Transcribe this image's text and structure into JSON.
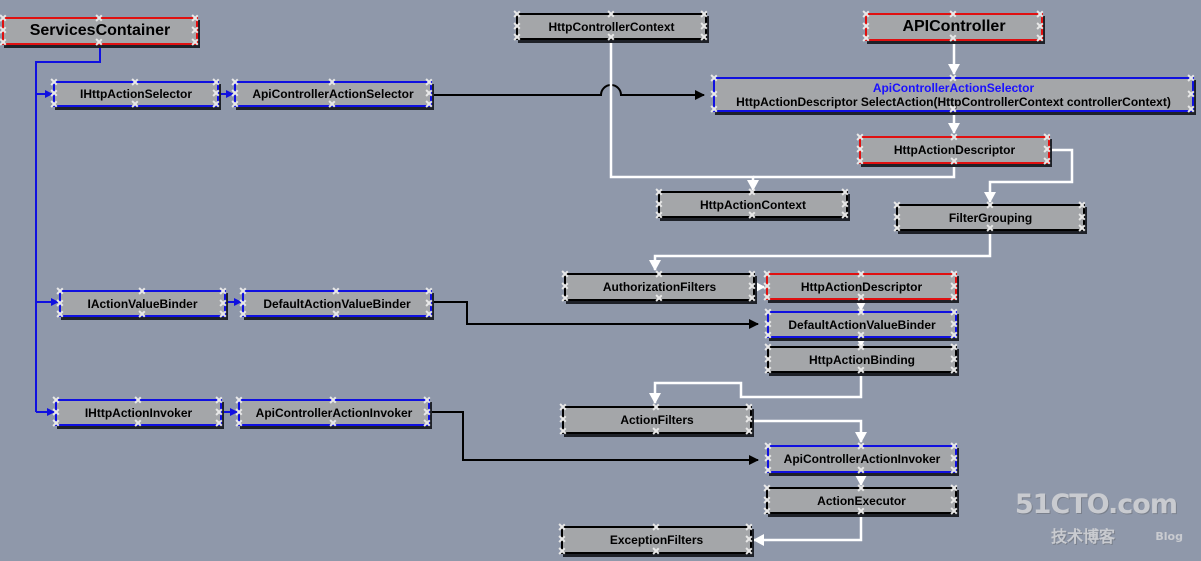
{
  "nodes": {
    "services_container": "ServicesContainer",
    "http_controller_context": "HttpControllerContext",
    "api_controller": "APIController",
    "i_http_action_selector": "IHttpActionSelector",
    "api_controller_action_selector": "ApiControllerActionSelector",
    "selector_detail_title": "ApiControllerActionSelector",
    "selector_detail_method": "HttpActionDescriptor SelectAction(HttpControllerContext controllerContext)",
    "http_action_descriptor_1": "HttpActionDescriptor",
    "http_action_context": "HttpActionContext",
    "filter_grouping": "FilterGrouping",
    "authorization_filters": "AuthorizationFilters",
    "http_action_descriptor_2": "HttpActionDescriptor",
    "i_action_value_binder": "IActionValueBinder",
    "default_action_value_binder_1": "DefaultActionValueBinder",
    "default_action_value_binder_2": "DefaultActionValueBinder",
    "http_action_binding": "HttpActionBinding",
    "i_http_action_invoker": "IHttpActionInvoker",
    "api_controller_action_invoker_1": "ApiControllerActionInvoker",
    "action_filters": "ActionFilters",
    "api_controller_action_invoker_2": "ApiControllerActionInvoker",
    "action_executor": "ActionExecutor",
    "exception_filters": "ExceptionFilters"
  },
  "watermark": {
    "logo": "51CTO.com",
    "subtitle": "技术博客",
    "blog": "Blog"
  },
  "colors": {
    "background": "#8f98aa",
    "node_fill": "#a4a6a9",
    "blue": "#1010e0",
    "red": "#e01010",
    "black": "#000000",
    "white": "#ffffff"
  }
}
